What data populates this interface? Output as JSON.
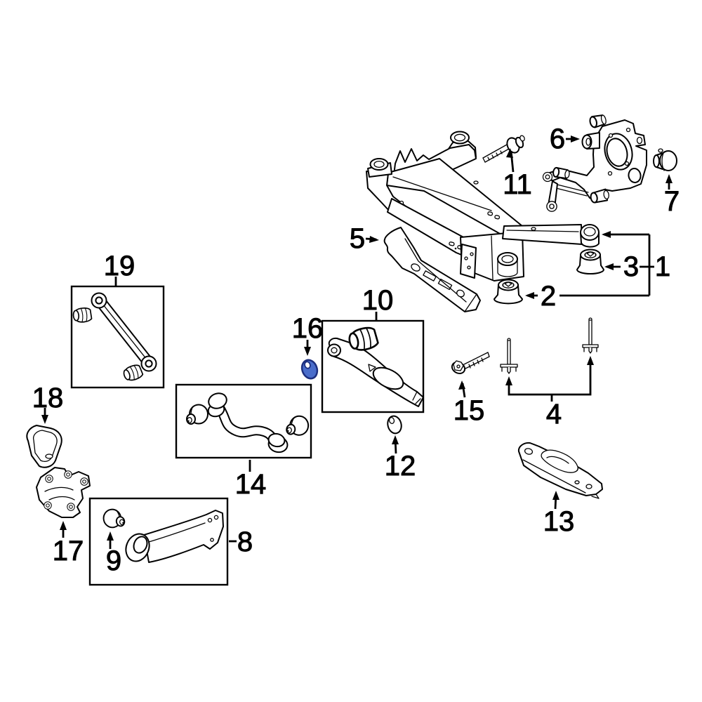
{
  "diagram": {
    "background": "#ffffff",
    "line_color": "#000000",
    "label_color": "#000000",
    "highlight": {
      "part": "16",
      "fill": "#4a6dcb",
      "stroke": "#1d2f7e"
    },
    "callouts": {
      "c1": {
        "label": "1"
      },
      "c2": {
        "label": "2"
      },
      "c3": {
        "label": "3"
      },
      "c4": {
        "label": "4"
      },
      "c5": {
        "label": "5"
      },
      "c6": {
        "label": "6"
      },
      "c7": {
        "label": "7"
      },
      "c8": {
        "label": "8"
      },
      "c9": {
        "label": "9"
      },
      "c10": {
        "label": "10"
      },
      "c11": {
        "label": "11"
      },
      "c12": {
        "label": "12"
      },
      "c13": {
        "label": "13"
      },
      "c14": {
        "label": "14"
      },
      "c15": {
        "label": "15"
      },
      "c16": {
        "label": "16"
      },
      "c17": {
        "label": "17"
      },
      "c18": {
        "label": "18"
      },
      "c19": {
        "label": "19"
      }
    }
  }
}
